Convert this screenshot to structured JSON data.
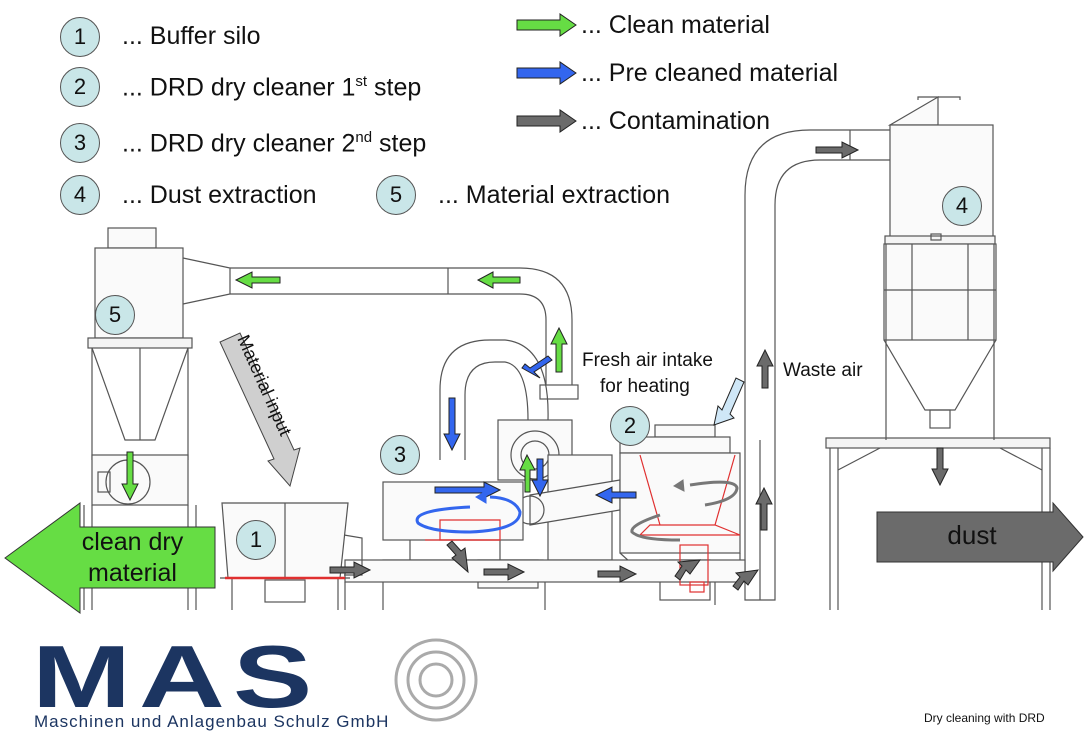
{
  "legend": {
    "items": [
      {
        "num": "1",
        "text": "... Buffer silo",
        "sup": "",
        "suffix": ""
      },
      {
        "num": "2",
        "text": "... DRD dry cleaner 1",
        "sup": "st",
        "suffix": " step"
      },
      {
        "num": "3",
        "text": "... DRD dry cleaner 2",
        "sup": "nd",
        "suffix": " step"
      },
      {
        "num": "4",
        "text": "... Dust extraction",
        "sup": "",
        "suffix": ""
      },
      {
        "num": "5",
        "text": "... Material extraction",
        "sup": "",
        "suffix": ""
      }
    ],
    "arrows": [
      {
        "text": "... Clean material",
        "color": "#66dd44"
      },
      {
        "text": "... Pre cleaned material",
        "color": "#3366ee"
      },
      {
        "text": "... Contamination",
        "color": "#6b6b6b"
      }
    ]
  },
  "labels": {
    "fresh_air_line1": "Fresh air intake",
    "fresh_air_line2": "for heating",
    "waste_air": "Waste air",
    "material_input": "Material input",
    "clean_dry_line1": "clean dry",
    "clean_dry_line2": "material",
    "dust": "dust"
  },
  "badges": {
    "b1": "1",
    "b2": "2",
    "b3": "3",
    "b4": "4",
    "b5": "5"
  },
  "logo": {
    "letters": "MAS",
    "subtitle": "Maschinen und Anlagenbau Schulz GmbH"
  },
  "footer": "Dry cleaning with DRD",
  "colors": {
    "clean": "#66dd44",
    "pre_cleaned": "#3366ee",
    "contamination": "#6b6b6b",
    "badge_fill": "#c9e6e8",
    "brand": "#1c3561"
  }
}
